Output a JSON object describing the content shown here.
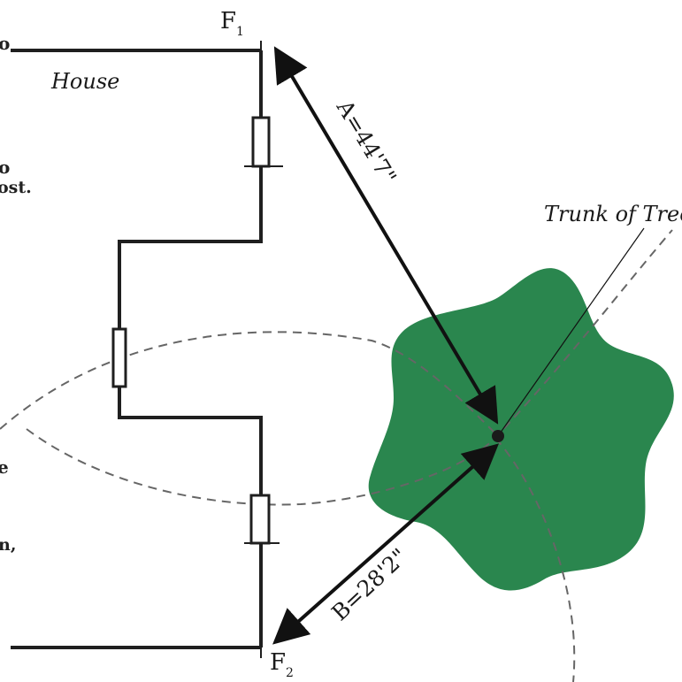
{
  "labels": {
    "house": "House",
    "trunk": "Trunk of Tree",
    "f1_letter": "F",
    "f1_sub": "1",
    "f2_letter": "F",
    "f2_sub": "2",
    "measure_a": "A=44'7\"",
    "measure_b": "B=28'2\""
  },
  "edge_fragments": [
    "o",
    "o",
    "ost.",
    "e",
    "n,"
  ],
  "colors": {
    "tree_fill": "#2a864e",
    "line": "#1f1f1f",
    "dashed_arc": "#666666"
  }
}
